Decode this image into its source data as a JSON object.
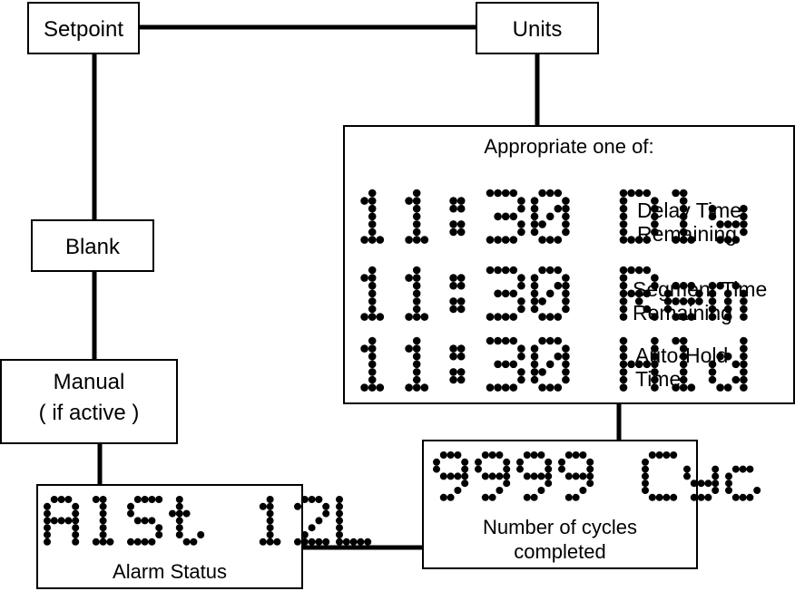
{
  "nodes": {
    "setpoint": "Setpoint",
    "units": "Units",
    "blank": "Blank",
    "manual_line1": "Manual",
    "manual_line2": "( if active )",
    "alarm_caption": "Alarm Status",
    "appropriate_title": "Appropriate one of:",
    "cycles_caption_line1": "Number of cycles",
    "cycles_caption_line2": "completed"
  },
  "displays": {
    "delay": "11:30 Dly",
    "segment": "11:30 Rem",
    "hold": "11:30 Hld",
    "cycles": "9999 Cyc",
    "alarm": "AlSt 12L"
  },
  "descriptions": {
    "delay_line1": "Delay Time",
    "delay_line2": "Remaining",
    "segment_line1": "Segment Time",
    "segment_line2": "Remaining",
    "hold_line1": "Auto-Hold",
    "hold_line2": "Time"
  }
}
